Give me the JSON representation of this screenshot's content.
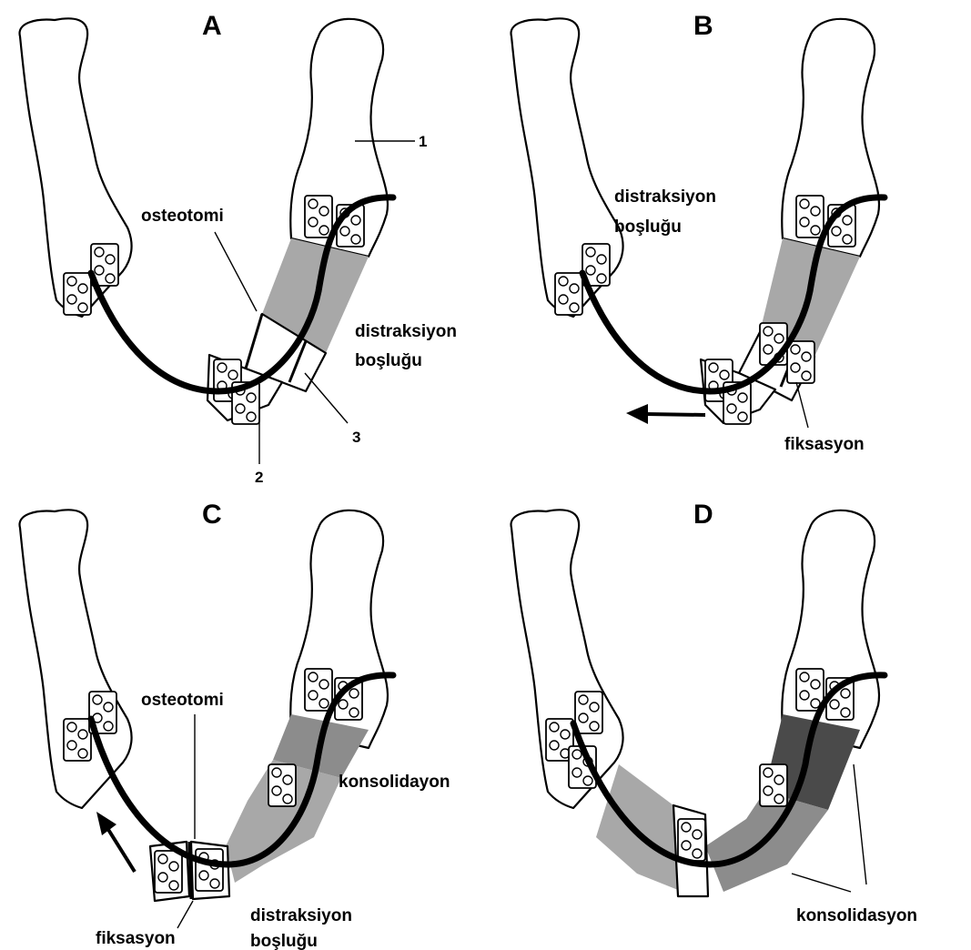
{
  "panels": [
    {
      "letter": "A"
    },
    {
      "letter": "B"
    },
    {
      "letter": "C"
    },
    {
      "letter": "D"
    }
  ],
  "labels": {
    "a_osteotomi": "osteotomi",
    "a_distraksiyon_1": "distraksiyon",
    "a_distraksiyon_2": "boşluğu",
    "a_num_1": "1",
    "a_num_2": "2",
    "a_num_3": "3",
    "b_distraksiyon_1": "distraksiyon",
    "b_distraksiyon_2": "boşluğu",
    "b_fiksasyon": "fiksasyon",
    "c_osteotomi": "osteotomi",
    "c_konsolidayon": "konsolidayon",
    "c_fiksasyon": "fiksasyon",
    "c_distraksiyon_1": "distraksiyon",
    "c_distraksiyon_2": "boşluğu",
    "d_konsolidasyon": "konsolidasyon"
  },
  "colors": {
    "distraction_gap": "#a8a8a8",
    "consolidation_mid": "#8c8c8c",
    "consolidation_dark": "#4a4a4a",
    "outline": "#000000"
  }
}
